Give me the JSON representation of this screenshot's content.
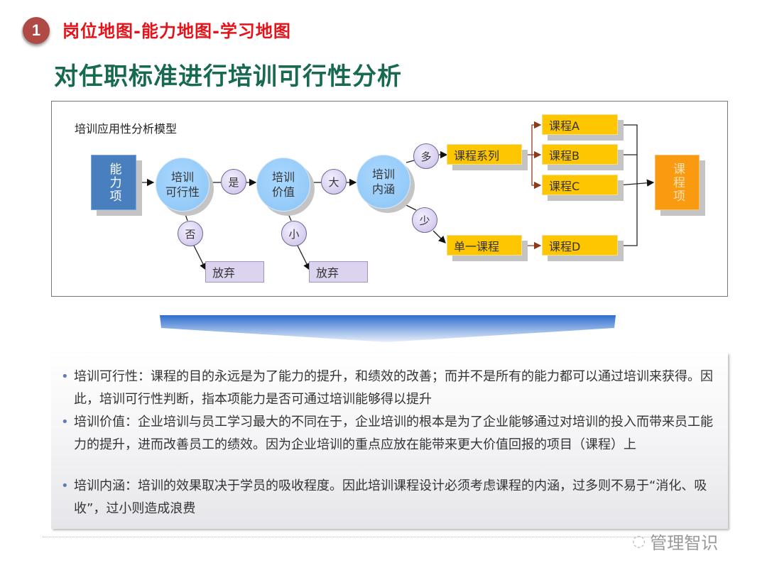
{
  "header": {
    "badge_number": "1",
    "section_title": "岗位地图-能力地图-学习地图",
    "heading": "对任职标准进行培训可行性分析"
  },
  "diagram": {
    "title": "培训应用性分析模型",
    "start": "能力项",
    "nodes": {
      "feasibility": "培训\n可行性",
      "value": "培训\n价值",
      "content": "培训\n内涵"
    },
    "decisions": {
      "yes": "是",
      "no": "否",
      "large": "大",
      "small": "小",
      "many": "多",
      "few": "少"
    },
    "abandon": "放弃",
    "series": "课程系列",
    "single": "单一课程",
    "courses": [
      "课程A",
      "课程B",
      "课程C",
      "课程D"
    ],
    "end": "课程项"
  },
  "bullets": [
    "培训可行性：课程的目的永远是为了能力的提升，和绩效的改善；而并不是所有的能力都可以通过培训来获得。因此，培训可行性判断，指本项能力是否可通过培训能够得以提升",
    "培训价值：企业培训与员工学习最大的不同在于，企业培训的根本是为了企业能够通过对培训的投入而带来员工能力的提升，进而改善员工的绩效。因为企业培训的重点应放在能带来更大价值回报的项目（课程）上",
    "培训内涵：培训的效果取决于学员的吸收程度。因此培训课程设计必须考虑课程的内涵，过多则不易于“消化、吸收”，过小则造成浪费"
  ],
  "watermark": "管理智识",
  "colors": {
    "title_red": "#e5121a",
    "heading_green": "#17694f",
    "course_yellow": "#fec600",
    "end_orange": "#f99a10",
    "start_blue": "#4a7fbf"
  }
}
